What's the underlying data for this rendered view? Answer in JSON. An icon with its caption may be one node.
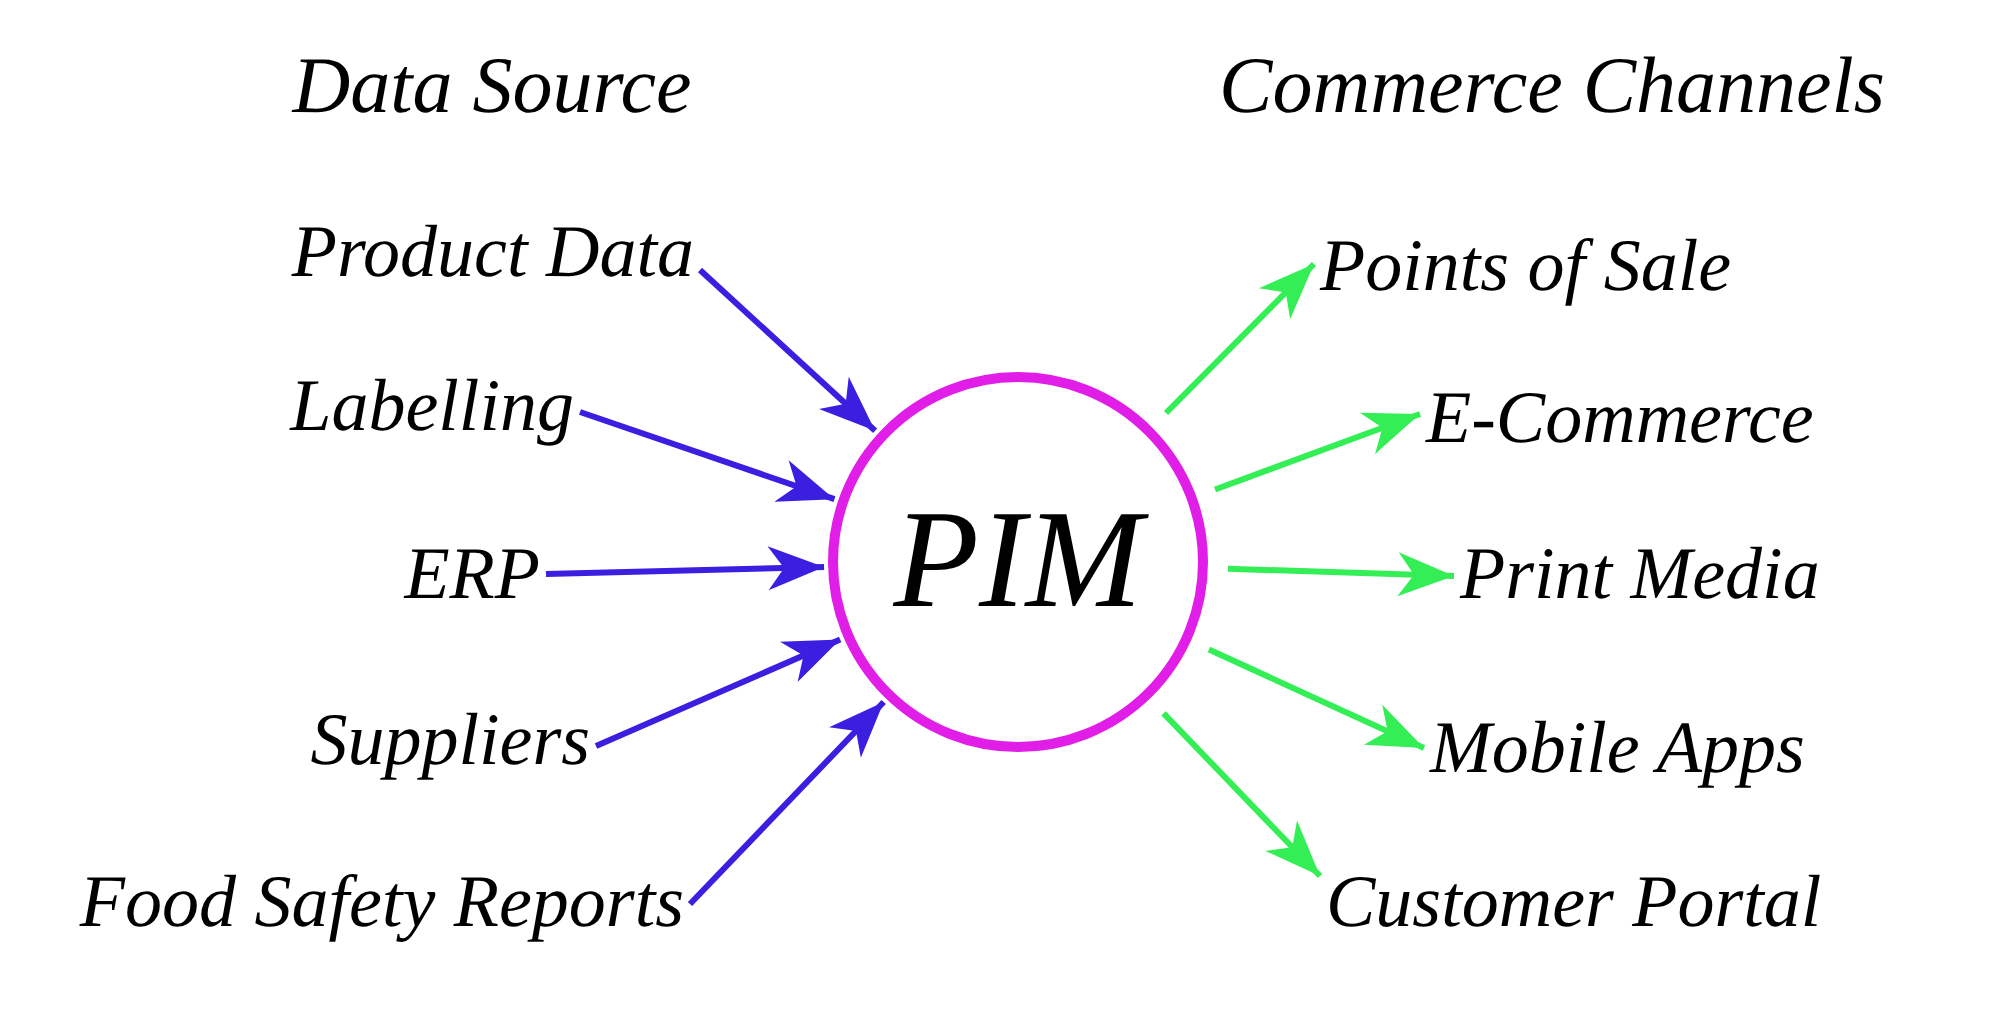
{
  "diagram": {
    "nodes": [
      {
        "text": [
          "Product Data"
        ]
      },
      {
        "text": [
          "Labelling"
        ]
      },
      {
        "text": [
          "ERP"
        ]
      },
      {
        "text": [
          "Suppliers"
        ]
      },
      {
        "text": [
          "Food Safety Reports"
        ]
      },
      {
        "text": [
          "PIM"
        ]
      },
      {
        "text": [
          "Points of Sale"
        ]
      },
      {
        "text": [
          "E-Commerce"
        ]
      },
      {
        "text": [
          "Print Media"
        ]
      },
      {
        "text": [
          "Mobile Apps"
        ]
      },
      {
        "text": [
          "Customer Portal"
        ]
      }
    ],
    "edges": [
      {
        "from": 0,
        "to": 5,
        "arrow": "to",
        "color": "#3a1fe0"
      },
      {
        "from": 1,
        "to": 5,
        "arrow": "to",
        "color": "#3a1fe0"
      },
      {
        "from": 2,
        "to": 5,
        "arrow": "to",
        "color": "#3a1fe0"
      },
      {
        "from": 3,
        "to": 5,
        "arrow": "to",
        "color": "#3a1fe0"
      },
      {
        "from": 4,
        "to": 5,
        "arrow": "to",
        "color": "#3a1fe0"
      },
      {
        "from": 5,
        "to": 6,
        "arrow": "to",
        "color": "#33ee55"
      },
      {
        "from": 5,
        "to": 7,
        "arrow": "to",
        "color": "#33ee55"
      },
      {
        "from": 5,
        "to": 8,
        "arrow": "to",
        "color": "#33ee55"
      },
      {
        "from": 5,
        "to": 9,
        "arrow": "to",
        "color": "#33ee55"
      },
      {
        "from": 5,
        "to": 10,
        "arrow": "to",
        "color": "#33ee55"
      }
    ],
    "labels": [
      "Data Source",
      "Commerce Channels"
    ]
  }
}
